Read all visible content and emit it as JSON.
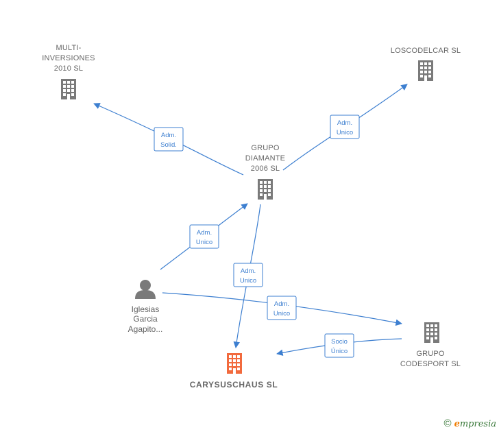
{
  "colors": {
    "edge": "#3d7fd0",
    "company": "#7a7a7a",
    "focus": "#f26a3d",
    "person": "#7a7a7a"
  },
  "nodes": {
    "multi": {
      "lines": [
        "MULTI-",
        "INVERSIONES",
        "2010 SL"
      ]
    },
    "loscodelcar": {
      "lines": [
        "LOSCODELCAR SL"
      ]
    },
    "diamante": {
      "lines": [
        "GRUPO",
        "DIAMANTE",
        "2006 SL"
      ]
    },
    "iglesias": {
      "lines": [
        "Iglesias",
        "Garcia",
        "Agapito..."
      ]
    },
    "carysuschaus": {
      "lines": [
        "CARYSUSCHAUS SL"
      ]
    },
    "codesport": {
      "lines": [
        "GRUPO",
        "CODESPORT SL"
      ]
    }
  },
  "edges": {
    "e1": {
      "lines": [
        "Adm.",
        "Solid."
      ]
    },
    "e2": {
      "lines": [
        "Adm.",
        "Unico"
      ]
    },
    "e3": {
      "lines": [
        "Adm.",
        "Unico"
      ]
    },
    "e4": {
      "lines": [
        "Adm.",
        "Unico"
      ]
    },
    "e5": {
      "lines": [
        "Adm.",
        "Unico"
      ]
    },
    "e6": {
      "lines": [
        "Socio",
        "Único"
      ]
    }
  },
  "footer": {
    "symbol": "©",
    "brand_initial": "e",
    "brand_rest": "mpresia"
  }
}
